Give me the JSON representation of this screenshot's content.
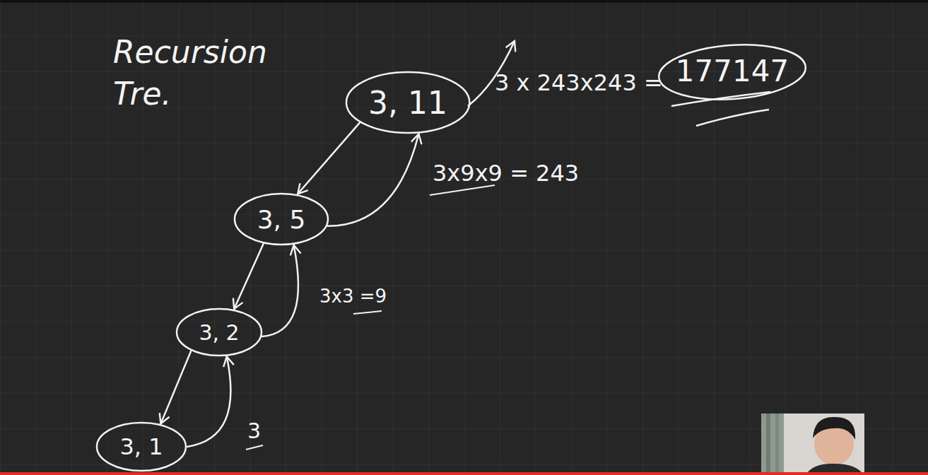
{
  "diagram": {
    "title": "Recursion Tre.",
    "nodes": [
      {
        "text": [
          "3, 11"
        ]
      },
      {
        "text": [
          "3, 5"
        ]
      },
      {
        "text": [
          "3, 2"
        ]
      },
      {
        "text": [
          "3, 1"
        ]
      }
    ],
    "edges": [
      {
        "from": 0,
        "to": 1,
        "arrow": "to"
      },
      {
        "from": 1,
        "to": 0,
        "arrow": "to",
        "label": "3x9x9 = 243"
      },
      {
        "from": 1,
        "to": 2,
        "arrow": "to"
      },
      {
        "from": 2,
        "to": 1,
        "arrow": "to",
        "label": "3x3 =9"
      },
      {
        "from": 2,
        "to": 3,
        "arrow": "to"
      },
      {
        "from": 3,
        "to": 2,
        "arrow": "to",
        "label": "3"
      }
    ],
    "labels": [
      "3 x 243x243 =",
      "177147"
    ]
  }
}
